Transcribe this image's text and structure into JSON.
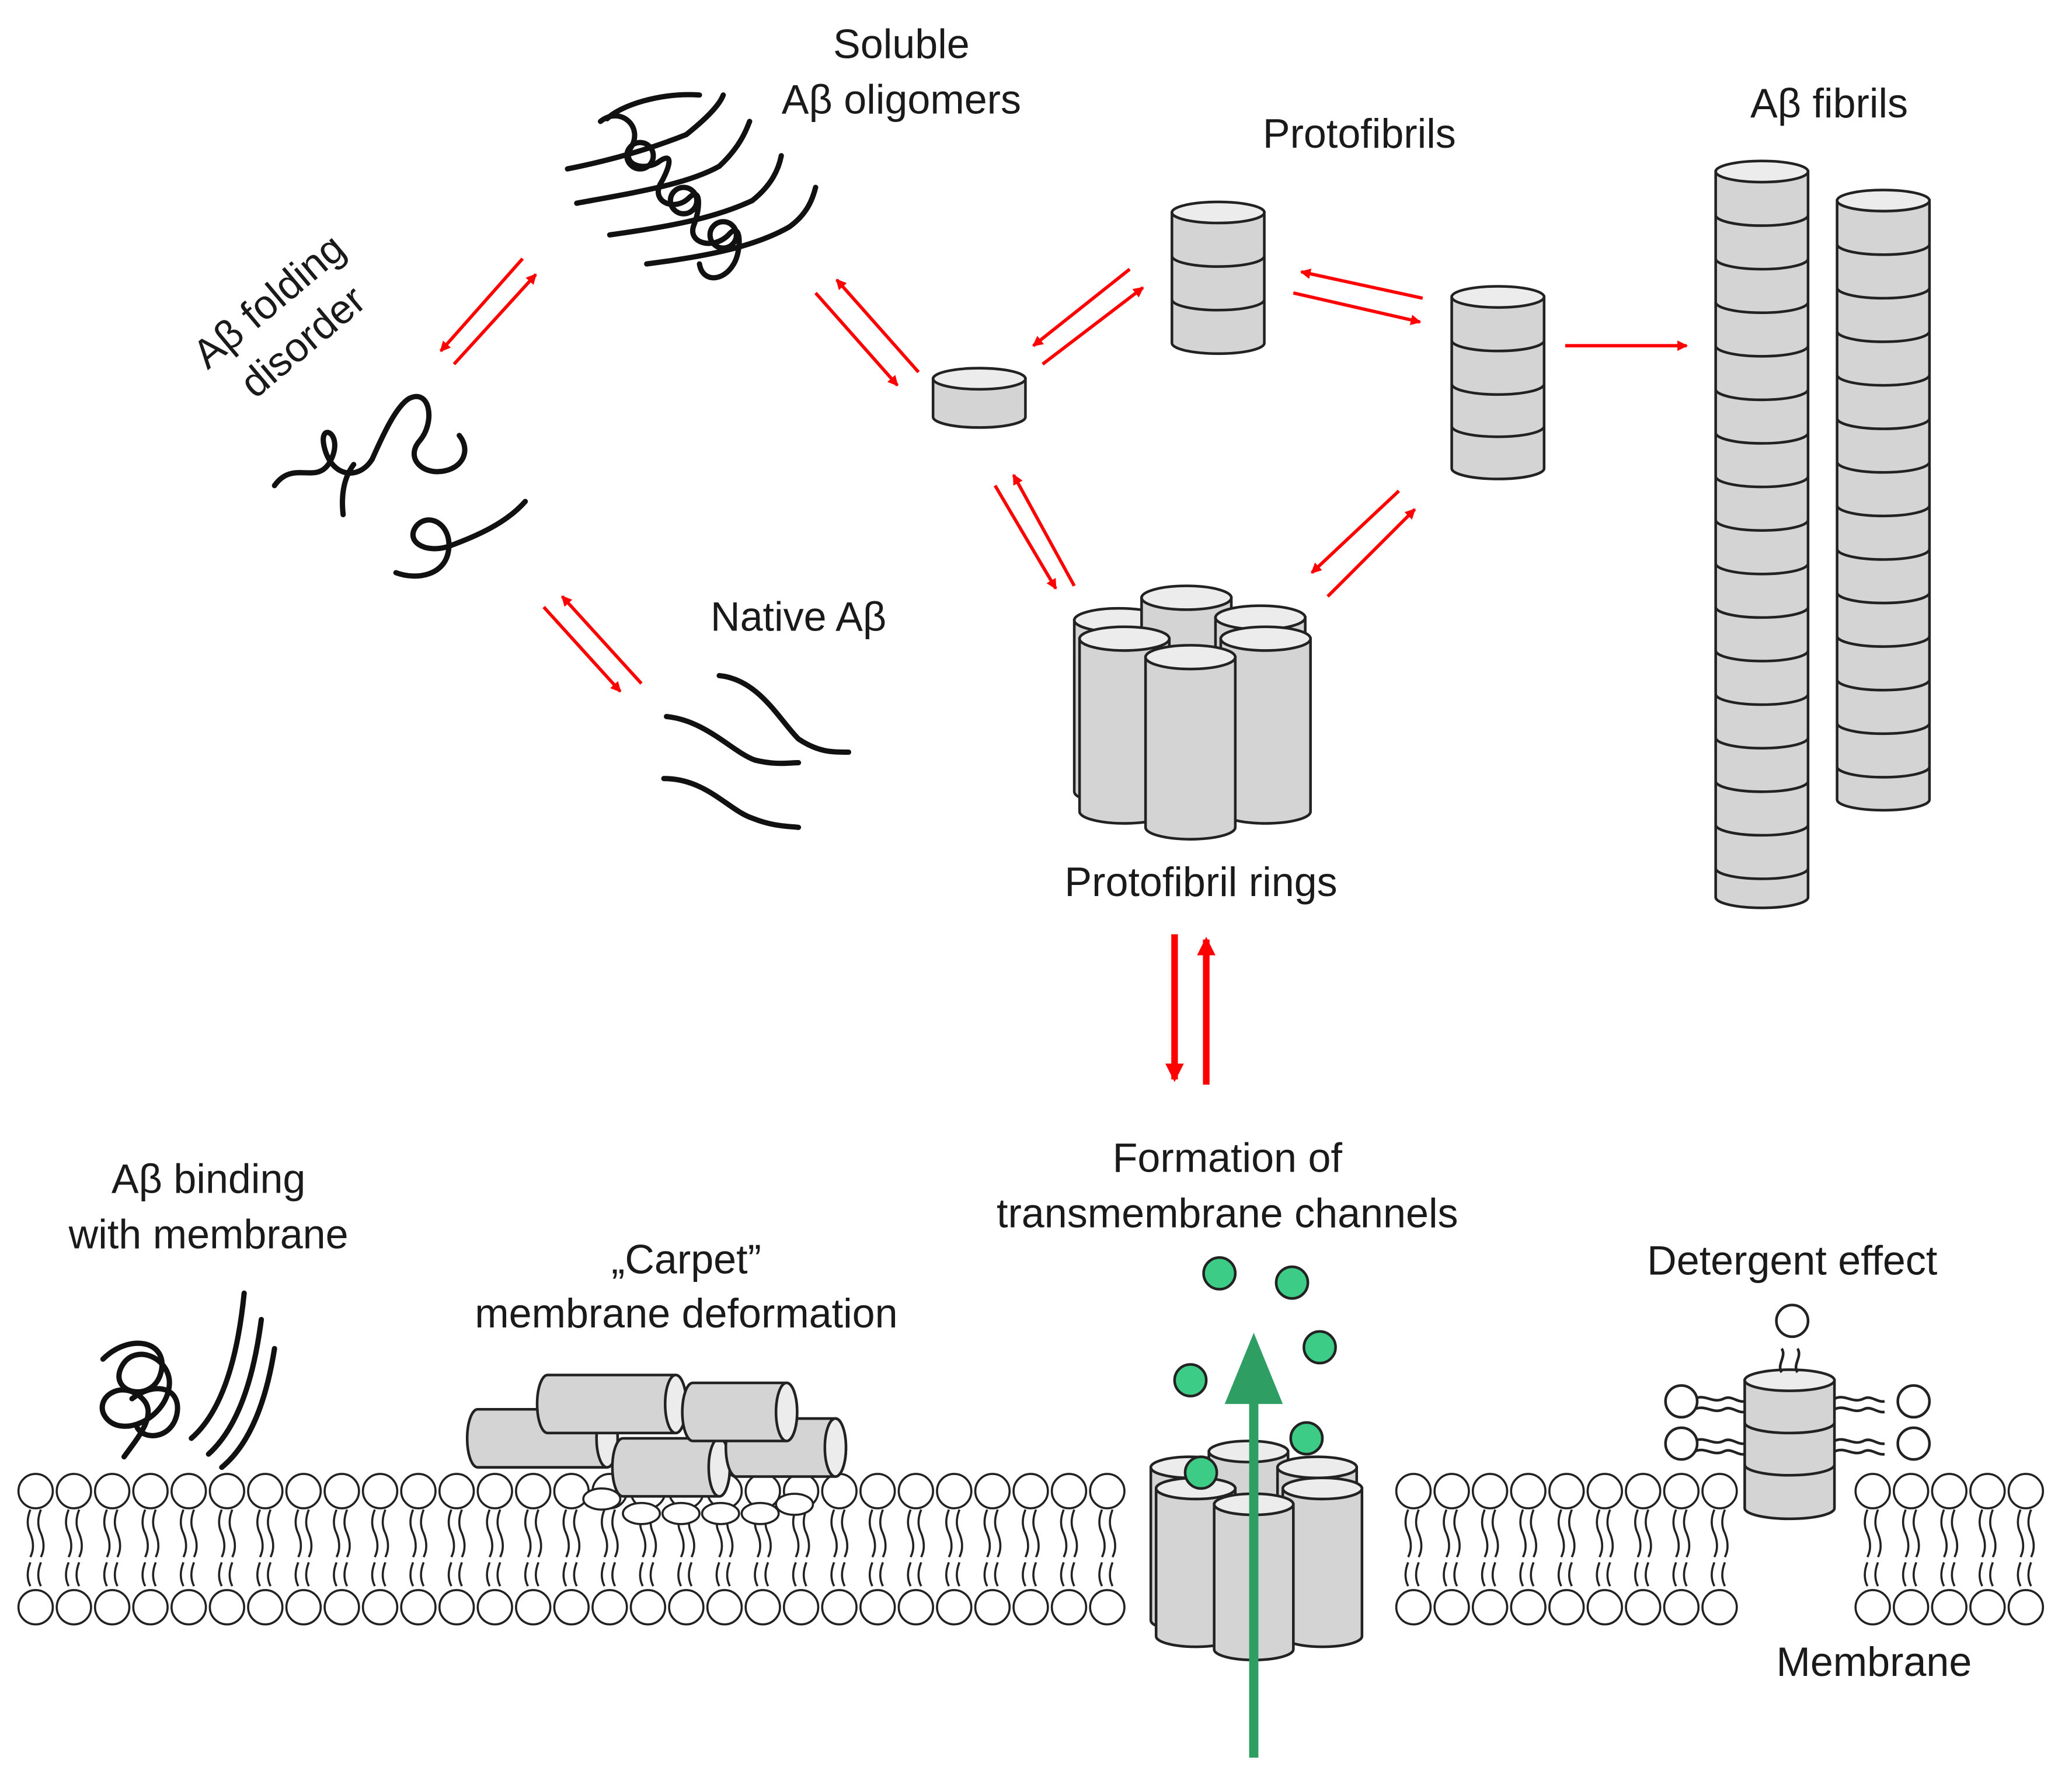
{
  "labels": {
    "soluble_line1": "Soluble",
    "soluble_line2": "Aβ oligomers",
    "protofibrils": "Protofibrils",
    "fibrils": "Aβ fibrils",
    "folding_line1": "Aβ folding",
    "folding_line2": "disorder",
    "native": "Native Aβ",
    "rings": "Protofibril rings",
    "binding_line1": "Aβ binding",
    "binding_line2": "with membrane",
    "carpet_line1": "„Carpet”",
    "carpet_line2": "membrane deformation",
    "channels_line1": "Formation of",
    "channels_line2": "transmembrane channels",
    "detergent": "Detergent effect",
    "membrane": "Membrane"
  },
  "colors": {
    "arrow": "#ff0000",
    "ion": "#3dcc85",
    "flux_arrow": "#2e9e63",
    "cylinder_fill": "#d4d4d4",
    "cylinder_top": "#ececec",
    "strand": "#111111"
  }
}
